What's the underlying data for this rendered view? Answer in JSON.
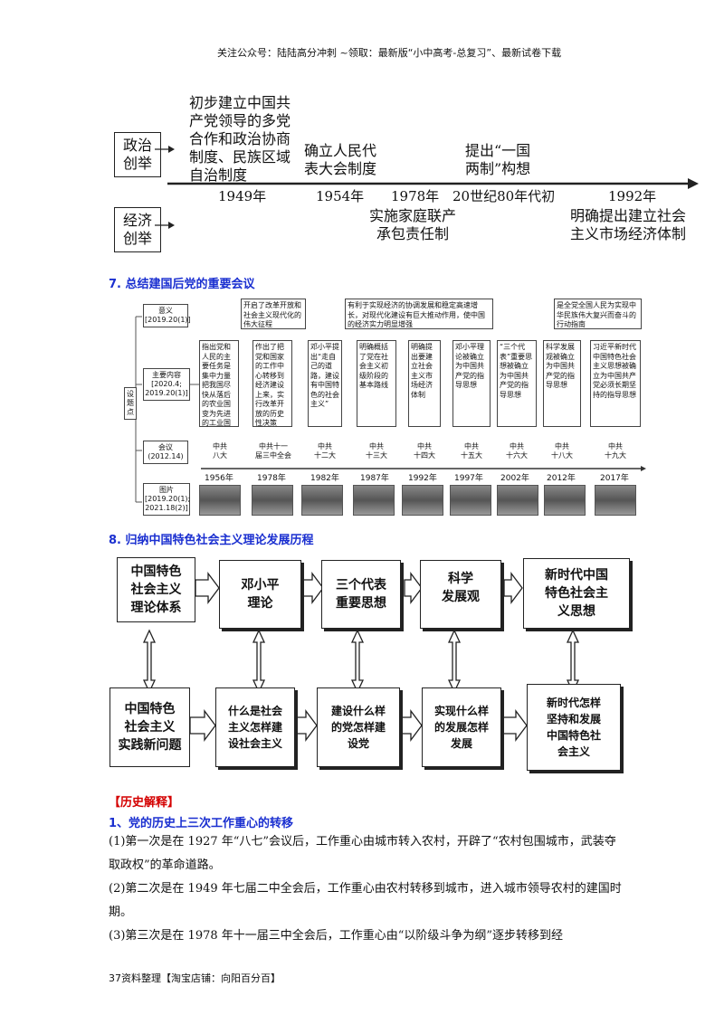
{
  "header": {
    "text": "关注公众号：陆陆高分冲刺 ~领取：最新版“小中高考-总复习”、最新试卷下载"
  },
  "timeline": {
    "political_label": [
      "政治",
      "创举"
    ],
    "economic_label": [
      "经济",
      "创举"
    ],
    "political_items": [
      {
        "lines": [
          "初步建立中国共",
          "产党领导的多党",
          "合作和政治协商",
          "制度、民族区域",
          "自治制度"
        ]
      },
      {
        "lines": [
          "确立人民代",
          "表大会制度"
        ]
      },
      {
        "lines": [
          "提出“一国",
          "两制”构想"
        ]
      }
    ],
    "years": [
      "1949年",
      "1954年",
      "1978年",
      "20世纪80年代初",
      "1992年"
    ],
    "economic_items": [
      {
        "lines": [
          "实施家庭联产",
          "承包责任制"
        ]
      },
      {
        "lines": [
          "明确提出建立社会",
          "主义市场经济体制"
        ]
      }
    ]
  },
  "section7": {
    "title": "7.  总结建国后党的重要会议",
    "left_label": "设题点",
    "row_labels": [
      {
        "lines": [
          "意义",
          "[2019.20(1)]"
        ]
      },
      {
        "lines": [
          "主要内容",
          "[2020.4;",
          "2019.20(1)]"
        ]
      },
      {
        "lines": [
          "会议",
          "(2012.14)"
        ]
      },
      {
        "lines": [
          "图片",
          "[2019.20(1);",
          "2021.18(2)]"
        ]
      }
    ],
    "significance": [
      "开启了改革开放和社会主义现代化的伟大征程",
      "有利于实现经济的协调发展和稳定高速增长，对现代化建设有巨大推动作用，使中国的经济实力明显增强",
      "是全党全国人民为实现中华民族伟大复兴而奋斗的行动指南"
    ],
    "contents": [
      "指出党和人民的主要任务是集中力量把我国尽快从落后的农业国变为先进的工业国",
      "作出了把党和国家的工作中心转移到经济建设上来，实行改革开放的历史性决策",
      "邓小平提出“走自己的道路，建设有中国特色的社会主义”",
      "明确概括了党在社会主义初级阶段的基本路线",
      "明确提出要建立社会主义市场经济体制",
      "邓小平理论被确立为中国共产党的指导思想",
      "“三个代表”重要思想被确立为中国共产党的指导思想",
      "科学发展观被确立为中国共产党的指导思想",
      "习近平新时代中国特色社会主义思想被确立为中国共产党必须长期坚持的指导思想"
    ],
    "meetings": [
      [
        "中共",
        "八大"
      ],
      [
        "中共十一",
        "届三中全会"
      ],
      [
        "中共",
        "十二大"
      ],
      [
        "中共",
        "十三大"
      ],
      [
        "中共",
        "十四大"
      ],
      [
        "中共",
        "十五大"
      ],
      [
        "中共",
        "十六大"
      ],
      [
        "中共",
        "十八大"
      ],
      [
        "中共",
        "十九大"
      ]
    ],
    "years": [
      "1956年",
      "1978年",
      "1982年",
      "1987年",
      "1992年",
      "1997年",
      "2002年",
      "2012年",
      "2017年"
    ]
  },
  "section8": {
    "title": "8. 归纳中国特色社会主义理论发展历程",
    "top_boxes": [
      {
        "lines": [
          "中国特色",
          "社会主义",
          "理论体系"
        ]
      },
      {
        "lines": [
          "邓小平",
          "理论"
        ]
      },
      {
        "lines": [
          "三个代表",
          "重要思想"
        ]
      },
      {
        "lines": [
          "科学",
          "发展观"
        ]
      },
      {
        "lines": [
          "新时代中国",
          "特色社会主",
          "义思想"
        ]
      }
    ],
    "bottom_boxes": [
      {
        "lines": [
          "中国特色",
          "社会主义",
          "实践新问题"
        ]
      },
      {
        "lines": [
          "什么是社会",
          "主义怎样建",
          "设社会主义"
        ]
      },
      {
        "lines": [
          "建设什么样",
          "的党怎样建",
          "设党"
        ]
      },
      {
        "lines": [
          "实现什么样",
          "的发展怎样",
          "发展"
        ]
      },
      {
        "lines": [
          "新时代怎样",
          "坚持和发展",
          "中国特色社",
          "会主义"
        ]
      }
    ]
  },
  "history": {
    "label": "【历史解释】",
    "subtitle": "1、党的历史上三次工作重心的转移",
    "paragraphs": [
      "(1)第一次是在 1927 年“八七”会议后，工作重心由城市转入农村，开辟了“农村包围城市，武装夺取政权”的革命道路。",
      "(2)第二次是在 1949 年七届二中全会后，工作重心由农村转移到城市，进入城市领导农村的建国时期。",
      "(3)第三次是在 1978 年十一届三中全会后，工作重心由“以阶级斗争为纲”逐步转移到经"
    ]
  },
  "footer": {
    "page_num": "37",
    "text": "资料整理【淘宝店铺：向阳百分百】"
  }
}
